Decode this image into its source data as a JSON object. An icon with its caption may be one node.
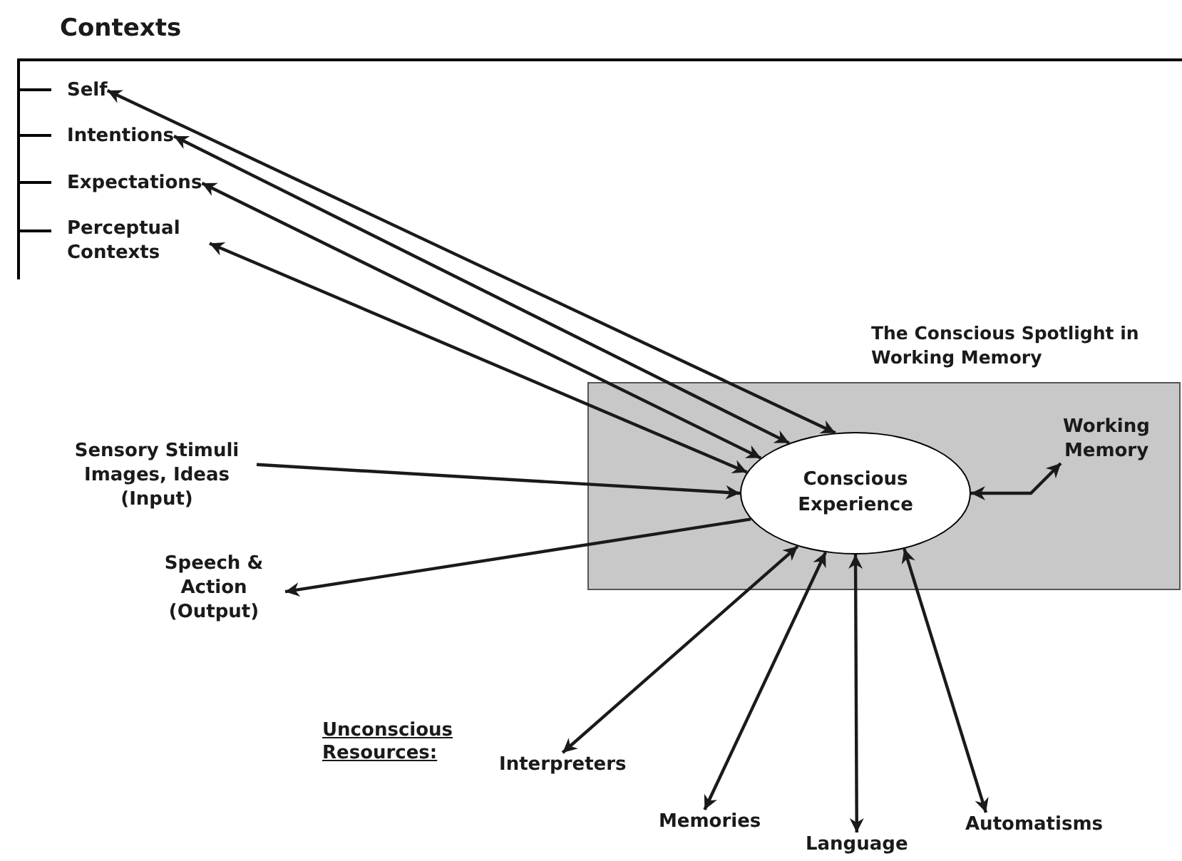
{
  "diagram": {
    "nodes": [
      {
        "text": [
          "Contexts"
        ]
      },
      {
        "text": [
          "Self"
        ],
        "in": 0
      },
      {
        "text": [
          "Intentions"
        ],
        "in": 0
      },
      {
        "text": [
          "Expectations"
        ],
        "in": 0
      },
      {
        "text": [
          "Perceptual Contexts"
        ],
        "in": 0
      },
      {
        "text": [
          "The Conscious Spotlight in Working Memory"
        ]
      },
      {
        "text": [
          "Conscious Experience"
        ],
        "in": 5
      },
      {
        "text": [
          "Working Memory"
        ],
        "in": 5
      },
      {
        "text": [
          "Sensory Stimuli Images, Ideas (Input)"
        ]
      },
      {
        "text": [
          "Speech & Action (Output)"
        ]
      },
      {
        "text": [
          "Interpreters"
        ]
      },
      {
        "text": [
          "Memories"
        ]
      },
      {
        "text": [
          "Language"
        ]
      },
      {
        "text": [
          "Automatisms"
        ]
      }
    ],
    "edges": [
      {
        "from": 6,
        "to": 1,
        "arrow": "both"
      },
      {
        "from": 6,
        "to": 2,
        "arrow": "both"
      },
      {
        "from": 6,
        "to": 3,
        "arrow": "both"
      },
      {
        "from": 6,
        "to": 4,
        "arrow": "both"
      },
      {
        "from": 8,
        "to": 6,
        "arrow": "to"
      },
      {
        "from": 6,
        "to": 9,
        "arrow": "to"
      },
      {
        "from": 6,
        "to": 7,
        "arrow": "both"
      },
      {
        "from": 6,
        "to": 10,
        "arrow": "both"
      },
      {
        "from": 6,
        "to": 11,
        "arrow": "both"
      },
      {
        "from": 6,
        "to": 12,
        "arrow": "both"
      },
      {
        "from": 6,
        "to": 13,
        "arrow": "both"
      }
    ],
    "labels": [
      "Unconscious Resources:"
    ]
  }
}
